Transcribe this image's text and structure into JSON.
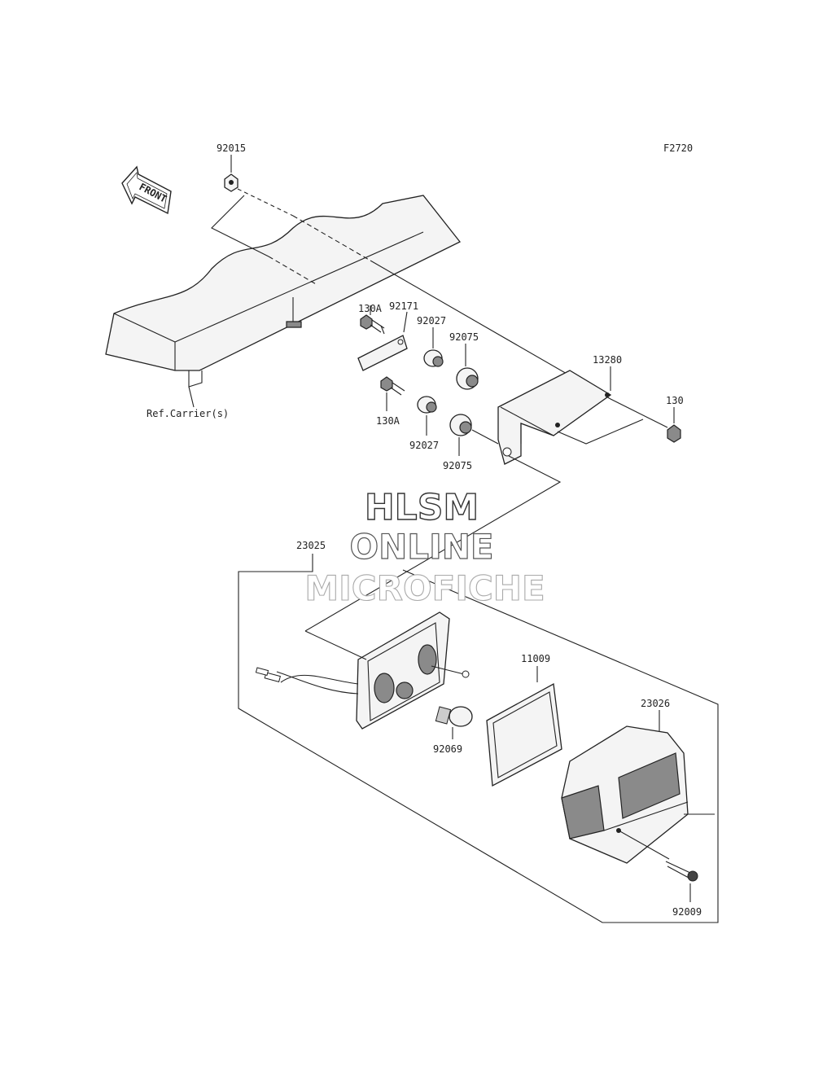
{
  "figure_code": "F2720",
  "front_arrow_text": "FRONT",
  "reference_label": "Ref.Carrier(s)",
  "watermark": {
    "line1": "HLSM",
    "line2": "ONLINE",
    "line3": "MICROFICHE"
  },
  "part_labels": [
    {
      "id": "nut",
      "text": "92015"
    },
    {
      "id": "bolt-upper",
      "text": "130A"
    },
    {
      "id": "plate",
      "text": "92171"
    },
    {
      "id": "collar-upper",
      "text": "92027"
    },
    {
      "id": "grommet-upper",
      "text": "92075"
    },
    {
      "id": "bracket",
      "text": "13280"
    },
    {
      "id": "bolt-right",
      "text": "130"
    },
    {
      "id": "bolt-lower",
      "text": "130A"
    },
    {
      "id": "collar-lower",
      "text": "92027"
    },
    {
      "id": "grommet-lower",
      "text": "92075"
    },
    {
      "id": "lamp-assy",
      "text": "23025"
    },
    {
      "id": "gasket",
      "text": "11009"
    },
    {
      "id": "bulb",
      "text": "92069"
    },
    {
      "id": "lens",
      "text": "23026"
    },
    {
      "id": "screw",
      "text": "92009"
    }
  ]
}
